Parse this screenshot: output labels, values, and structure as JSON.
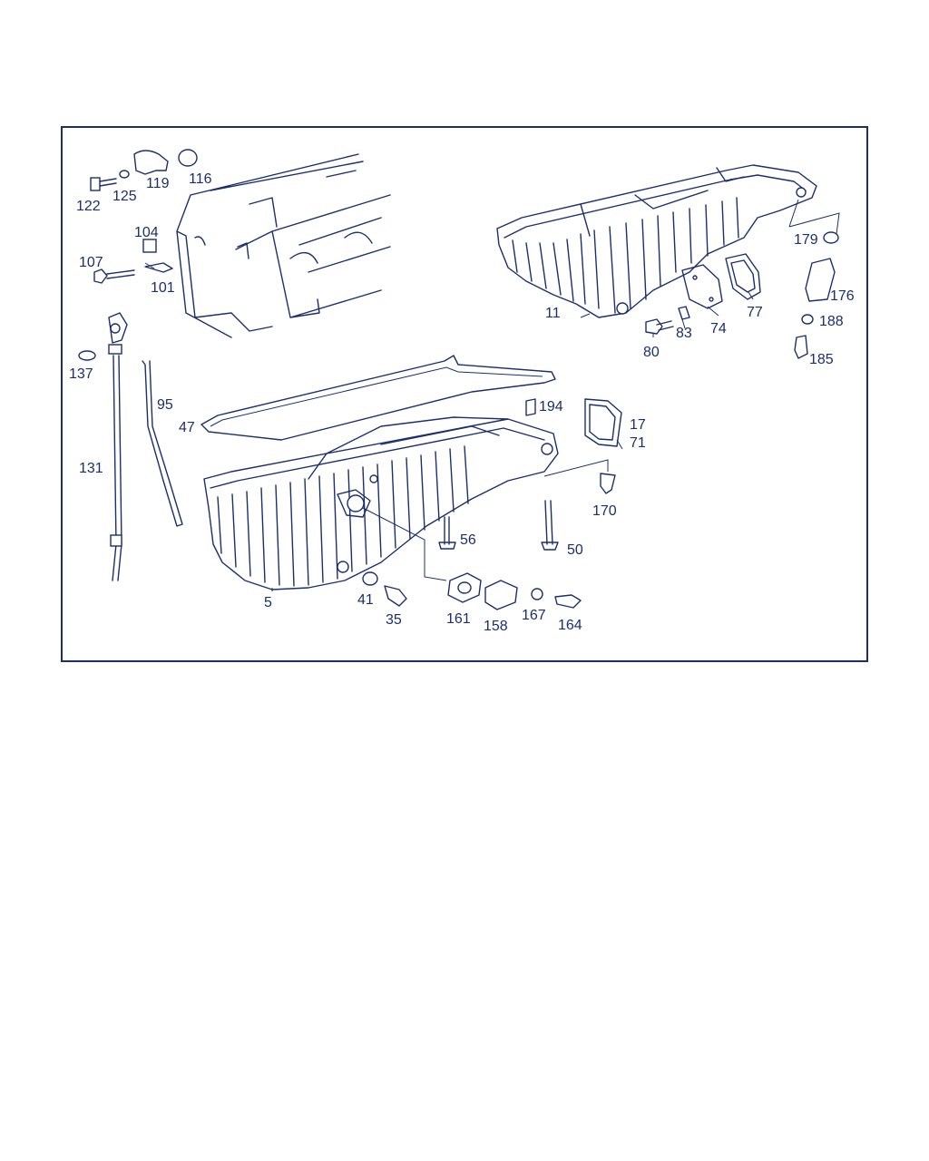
{
  "diagram": {
    "callouts": [
      {
        "id": "122",
        "label": "122"
      },
      {
        "id": "125",
        "label": "125"
      },
      {
        "id": "119",
        "label": "119"
      },
      {
        "id": "116",
        "label": "116"
      },
      {
        "id": "104",
        "label": "104"
      },
      {
        "id": "107",
        "label": "107"
      },
      {
        "id": "101",
        "label": "101"
      },
      {
        "id": "137",
        "label": "137"
      },
      {
        "id": "131",
        "label": "131"
      },
      {
        "id": "95",
        "label": "95"
      },
      {
        "id": "47",
        "label": "47"
      },
      {
        "id": "5",
        "label": "5"
      },
      {
        "id": "41",
        "label": "41"
      },
      {
        "id": "35",
        "label": "35"
      },
      {
        "id": "56",
        "label": "56"
      },
      {
        "id": "50",
        "label": "50"
      },
      {
        "id": "161",
        "label": "161"
      },
      {
        "id": "158",
        "label": "158"
      },
      {
        "id": "167",
        "label": "167"
      },
      {
        "id": "164",
        "label": "164"
      },
      {
        "id": "194",
        "label": "194"
      },
      {
        "id": "17",
        "label": "17"
      },
      {
        "id": "71",
        "label": "71"
      },
      {
        "id": "170",
        "label": "170"
      },
      {
        "id": "11",
        "label": "11"
      },
      {
        "id": "80",
        "label": "80"
      },
      {
        "id": "83",
        "label": "83"
      },
      {
        "id": "74",
        "label": "74"
      },
      {
        "id": "77",
        "label": "77"
      },
      {
        "id": "179",
        "label": "179"
      },
      {
        "id": "176",
        "label": "176"
      },
      {
        "id": "188",
        "label": "188"
      },
      {
        "id": "185",
        "label": "185"
      }
    ]
  },
  "colors": {
    "line": "#1c2f6b",
    "background": "#ffffff"
  }
}
